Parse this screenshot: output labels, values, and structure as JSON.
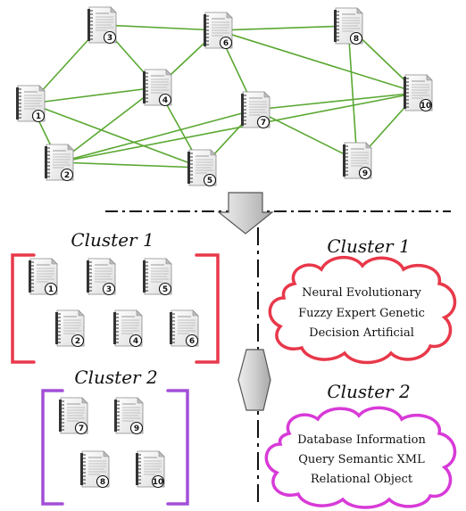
{
  "graph": {
    "documents": [
      {
        "id": "1",
        "label": "1"
      },
      {
        "id": "2",
        "label": "2"
      },
      {
        "id": "3",
        "label": "3"
      },
      {
        "id": "4",
        "label": "4"
      },
      {
        "id": "5",
        "label": "5"
      },
      {
        "id": "6",
        "label": "6"
      },
      {
        "id": "7",
        "label": "7"
      },
      {
        "id": "8",
        "label": "8"
      },
      {
        "id": "9",
        "label": "9"
      },
      {
        "id": "10",
        "label": "10"
      }
    ],
    "edges": [
      [
        "1",
        "3"
      ],
      [
        "1",
        "4"
      ],
      [
        "1",
        "5"
      ],
      [
        "1",
        "2"
      ],
      [
        "2",
        "4"
      ],
      [
        "2",
        "5"
      ],
      [
        "2",
        "7"
      ],
      [
        "2",
        "10"
      ],
      [
        "3",
        "6"
      ],
      [
        "3",
        "4"
      ],
      [
        "4",
        "6"
      ],
      [
        "4",
        "5"
      ],
      [
        "6",
        "7"
      ],
      [
        "6",
        "10"
      ],
      [
        "6",
        "8"
      ],
      [
        "7",
        "10"
      ],
      [
        "7",
        "9"
      ],
      [
        "7",
        "5"
      ],
      [
        "8",
        "10"
      ],
      [
        "8",
        "9"
      ],
      [
        "9",
        "10"
      ]
    ],
    "edge_color": "#5aa832"
  },
  "clusters": [
    {
      "title": "Cluster 1",
      "doc_labels": [
        "1",
        "3",
        "5",
        "2",
        "4",
        "6"
      ],
      "bracket_color": "#e8384a",
      "keyword_title": "Cluster 1",
      "keyword_lines": [
        "Neural  Evolutionary",
        "Fuzzy  Expert  Genetic",
        "Decision  Artificial"
      ],
      "cloud_color": "#e8384a"
    },
    {
      "title": "Cluster 2",
      "doc_labels": [
        "7",
        "9",
        "8",
        "10"
      ],
      "bracket_color": "#a24fd8",
      "keyword_title": "Cluster 2",
      "keyword_lines": [
        "Database  Information",
        "Query  Semantic  XML",
        "Relational   Object"
      ],
      "cloud_color": "#d83ad8"
    }
  ],
  "colors": {
    "edge": "#5aa832",
    "arrow_fill": "#cfcfcf",
    "arrow_stroke": "#555555"
  }
}
